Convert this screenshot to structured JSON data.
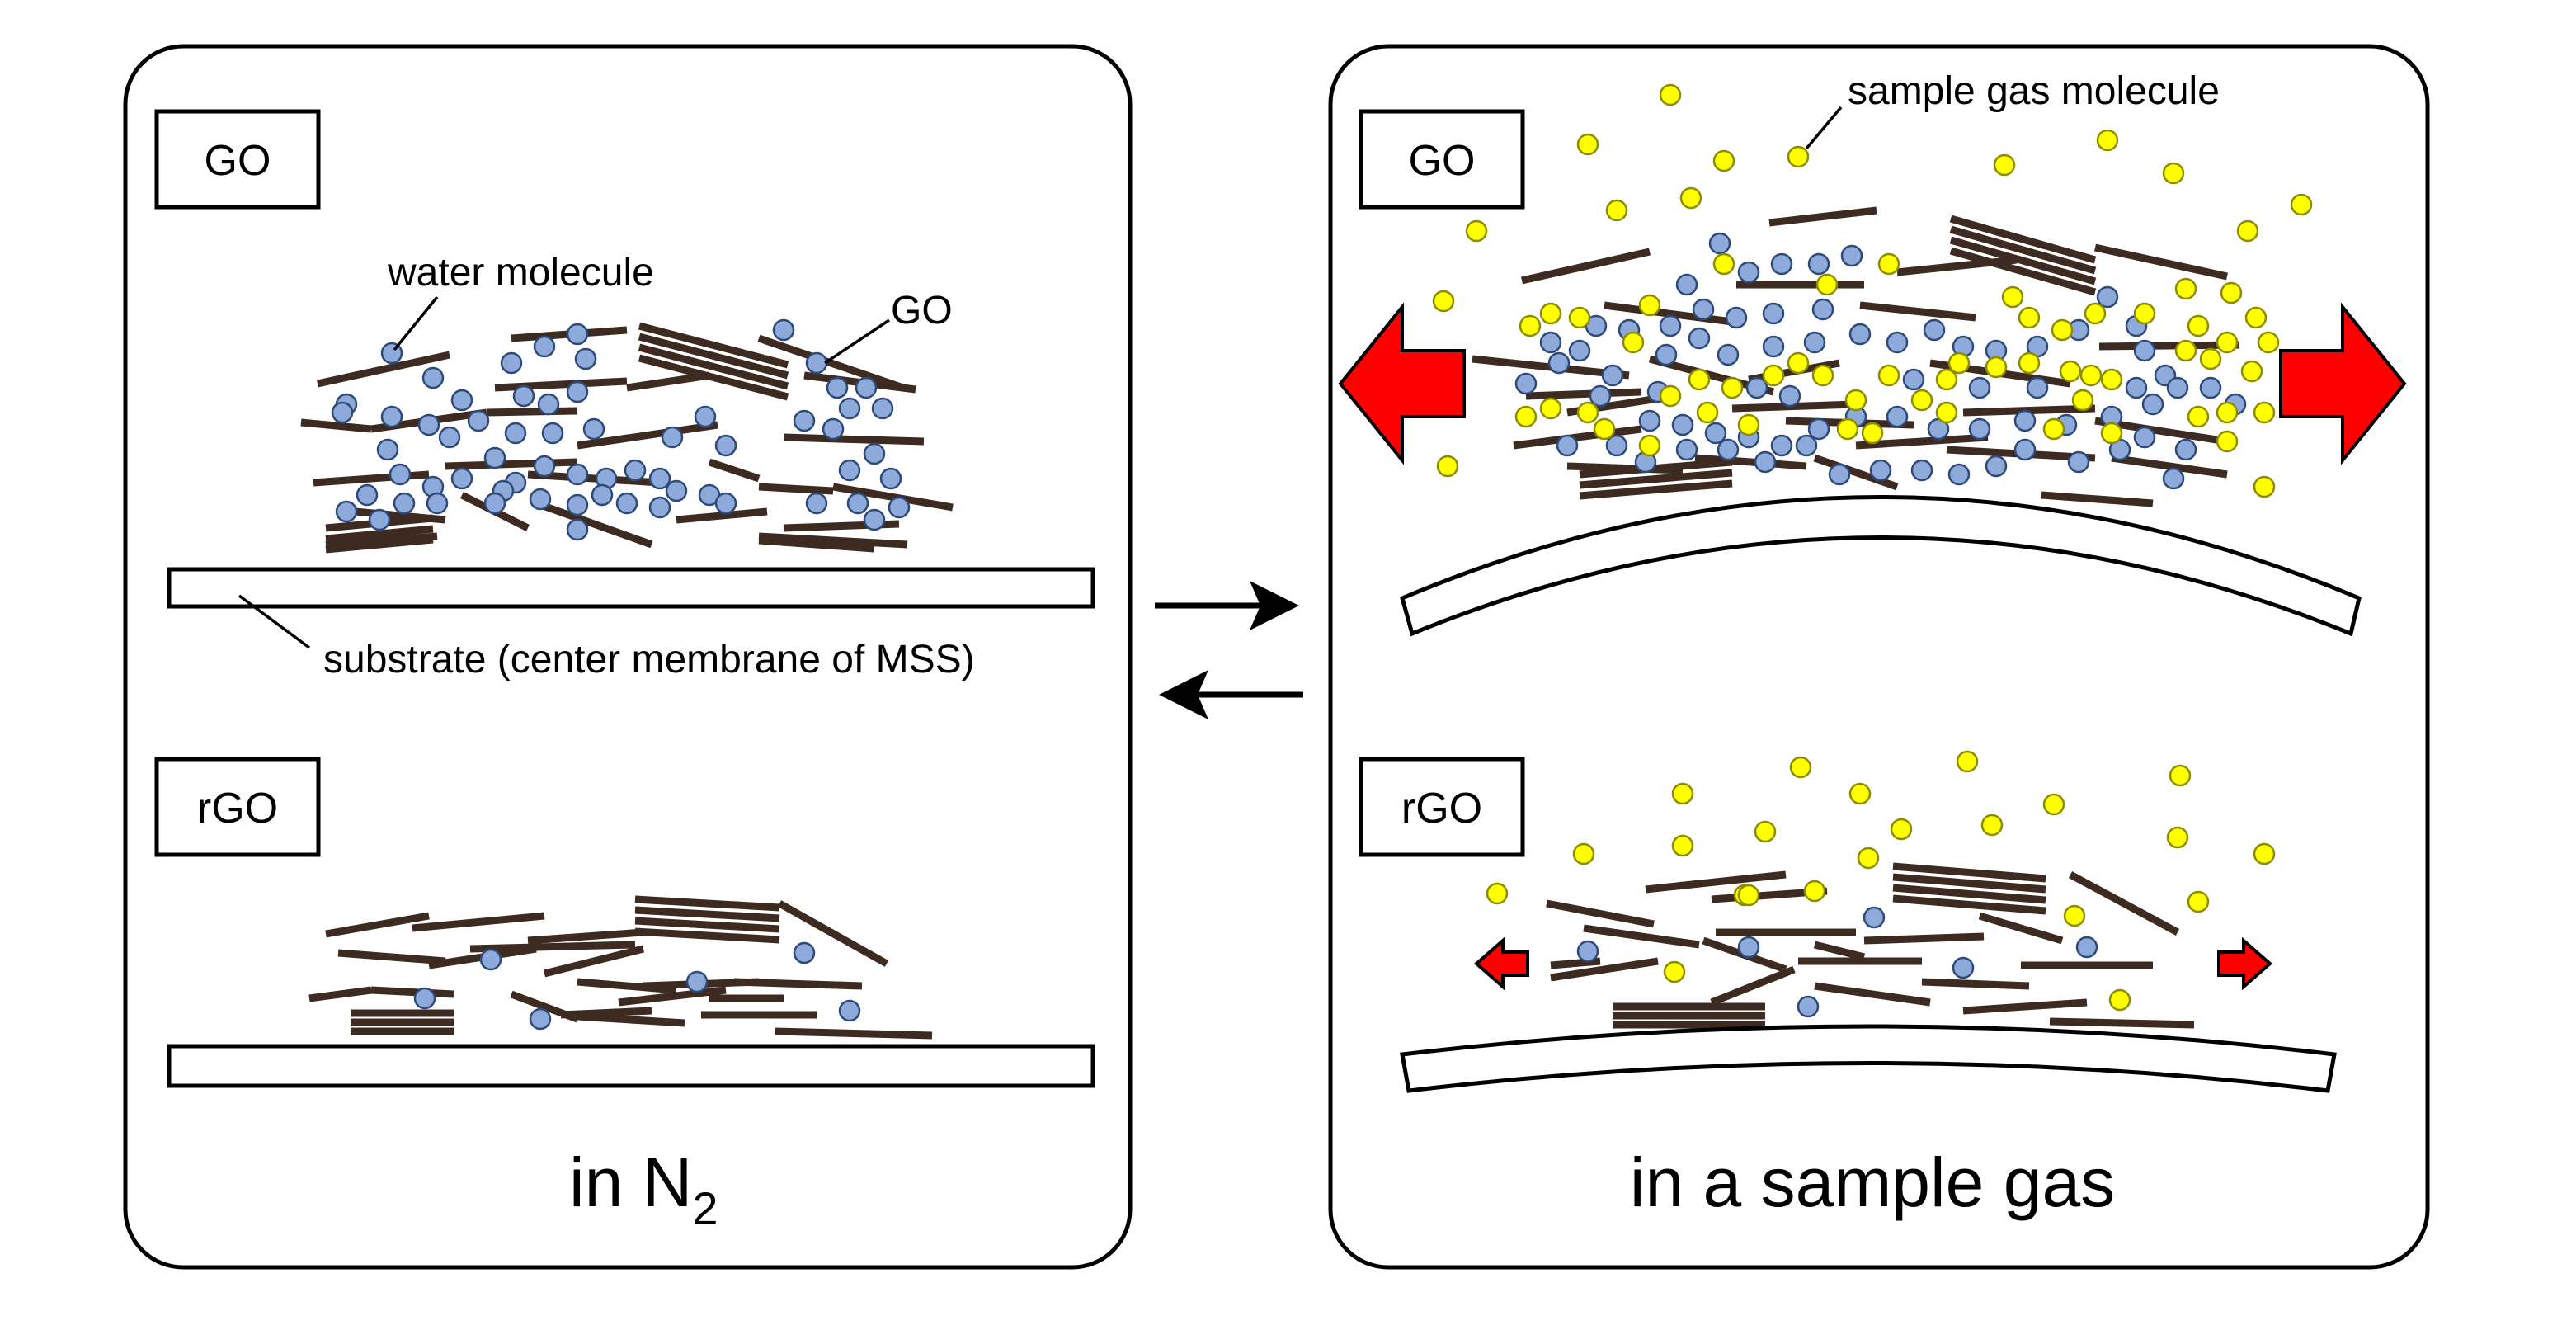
{
  "left_panel": {
    "go_tag": "GO",
    "rgo_tag": "rGO",
    "label_water": "water molecule",
    "label_go": "GO",
    "label_substrate": "substrate (center membrane of MSS)",
    "caption_main": "in N",
    "caption_sub": "2"
  },
  "right_panel": {
    "go_tag": "GO",
    "rgo_tag": "rGO",
    "label_gas": "sample gas molecule",
    "caption": "in a sample gas"
  },
  "legend_colors": {
    "go_sheet": "#3d2b22",
    "water_molecule": "#8eaadb",
    "gas_molecule": "#ffff00",
    "expansion_arrow": "#ff0000"
  },
  "equilibrium": {
    "forward": "right-arrow",
    "backward": "left-arrow"
  }
}
